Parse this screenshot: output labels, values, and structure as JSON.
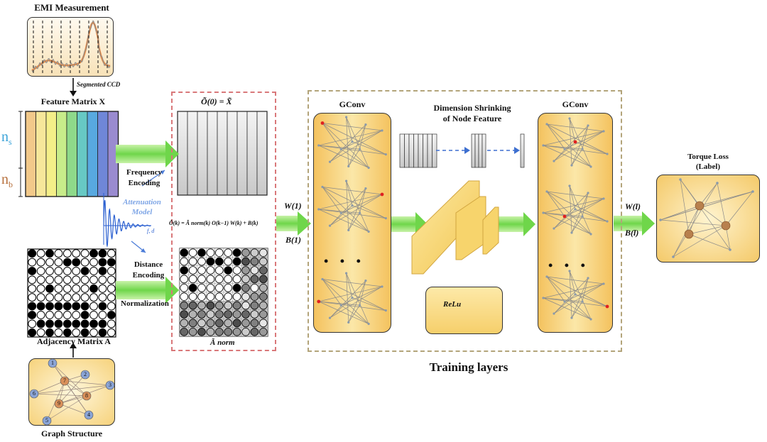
{
  "titles": {
    "emi_measurement": "EMI Measurement",
    "segmented_ccd": "Segmented CCD",
    "feature_matrix": "Feature Matrix X",
    "n_s": "n",
    "n_s_sub": "s",
    "n_b": "n",
    "n_b_sub": "b",
    "o0": "Õ(0) = X̃",
    "frequency_encoding_1": "Frequency",
    "frequency_encoding_2": "Encoding",
    "attenuation_1": "Attenuation",
    "attenuation_2": "Model",
    "fd": "f, d",
    "ok_formula": "Õ(k) = Ã norm(k) O(k−1) W(k) + B(k)",
    "distance_encoding_1": "Distance",
    "distance_encoding_2": "Encoding",
    "normalization": "Normalization",
    "adjacency_matrix": "Adjacency Matrix A",
    "a_norm": "Ã norm",
    "graph_structure": "Graph Structure",
    "w1": "W(1)",
    "b1": "B(1)",
    "gconv_left": "GConv",
    "gconv_right": "GConv",
    "dim_shrink_1": "Dimension Shrinking",
    "dim_shrink_2": "of Node Feature",
    "relu": "ReLu",
    "wl": "W(l)",
    "bl": "B(l)",
    "torque_1": "Torque Loss",
    "torque_2": "(Label)",
    "training_layers": "Training layers",
    "dots": "• • •"
  },
  "graph_nodes": [
    "1",
    "2",
    "3",
    "4",
    "5",
    "6",
    "7",
    "8",
    "9"
  ],
  "colors": {
    "red_dash": "#d9787a",
    "tan_dash": "#b3a47a",
    "arrow_green": "#7ed957",
    "gold": "#f4c25e",
    "node_blue": "#8aa4d6",
    "node_orange": "#d9905a",
    "attenuation_blue": "#3a6fd8"
  }
}
